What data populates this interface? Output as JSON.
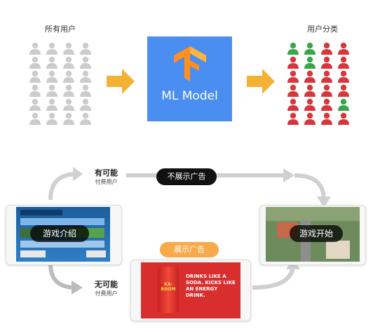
{
  "top": {
    "all_users_label": "所有用户",
    "classified_label": "用户分类",
    "model_label": "ML Model"
  },
  "flow": {
    "upper_branch_title": "有可能",
    "upper_branch_sub": "付费用户",
    "no_ad_pill": "不展示广告",
    "lower_branch_title": "无可能",
    "lower_branch_sub": "付费用户",
    "show_ad_pill": "展示广告",
    "intro_tag": "游戏介绍",
    "start_tag": "游戏开始",
    "ad_text": "DRINKS LIKE A SODA. KICKS LIKE AN ENERGY DRINK.",
    "ad_can_text": "KA-BOOM"
  },
  "colors": {
    "gray_user": "#cccccc",
    "green_user": "#3aa64a",
    "red_user": "#d8363b",
    "arrow_orange": "#f3b234",
    "model_blue": "#4a8ef1",
    "flow_gray": "#d0d0d0"
  },
  "icons": {
    "user": "person-icon",
    "model": "tensorflow-logo-icon"
  },
  "classification": [
    [
      "green",
      "green",
      "red",
      "red"
    ],
    [
      "red",
      "green",
      "red",
      "red"
    ],
    [
      "red",
      "red",
      "red",
      "red"
    ],
    [
      "red",
      "red",
      "red",
      "red"
    ],
    [
      "red",
      "red",
      "red",
      "green"
    ],
    [
      "red",
      "red",
      "red",
      "red"
    ]
  ]
}
